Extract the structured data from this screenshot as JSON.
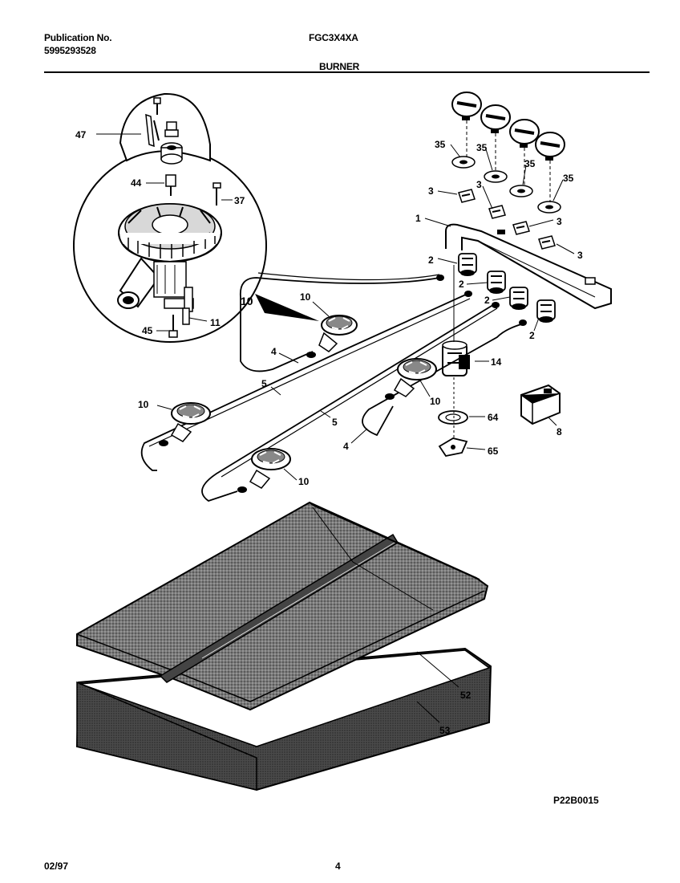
{
  "header": {
    "publication_label": "Publication No.",
    "publication_number": "5995293528",
    "model": "FGC3X4XA",
    "section_title": "BURNER"
  },
  "callouts": {
    "c47": "47",
    "c44": "44",
    "c37": "37",
    "c10_detail": "10",
    "c11": "11",
    "c45": "45",
    "c35a": "35",
    "c35b": "35",
    "c35c": "35",
    "c35d": "35",
    "c3a": "3",
    "c3b": "3",
    "c3c": "3",
    "c3d": "3",
    "c1": "1",
    "c2a": "2",
    "c2b": "2",
    "c2c": "2",
    "c2d": "2",
    "c10a": "10",
    "c10b": "10",
    "c10c": "10",
    "c10d": "10",
    "c4a": "4",
    "c4b": "4",
    "c5a": "5",
    "c5b": "5",
    "c14": "14",
    "c64": "64",
    "c65": "65",
    "c8": "8",
    "c52": "52",
    "c53": "53"
  },
  "figure_code": "P22B0015",
  "footer": {
    "date": "02/97",
    "page": "4"
  }
}
